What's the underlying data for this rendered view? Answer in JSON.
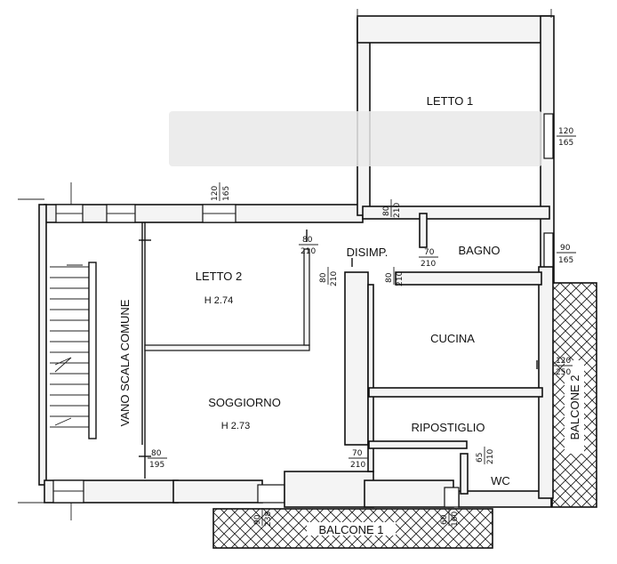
{
  "rooms": {
    "letto1": "LETTO 1",
    "letto2": "LETTO 2",
    "letto2_h": "H 2.74",
    "disimp": "DISIMP.",
    "bagno": "BAGNO",
    "cucina": "CUCINA",
    "soggiorno": "SOGGIORNO",
    "soggiorno_h": "H 2.73",
    "ripostiglio": "RIPOSTIGLIO",
    "wc": "WC",
    "vano_scala": "VANO SCALA COMUNE",
    "balcone1": "BALCONE 1",
    "balcone2": "BALCONE 2"
  },
  "dims": {
    "letto1_win_w": "120",
    "letto1_win_h": "165",
    "top_win_w": "120",
    "top_win_h": "165",
    "letto1_door_w": "80",
    "letto1_door_h": "210",
    "letto2_door_w": "80",
    "letto2_door_h": "210",
    "bagno_door_w": "70",
    "bagno_door_h": "210",
    "bagno_win_w": "90",
    "bagno_win_h": "165",
    "disimp_door_w": "80",
    "disimp_door_h": "210",
    "cucina_door_w": "80",
    "cucina_door_h": "210",
    "cucina_win_w": "120",
    "cucina_win_h": "250",
    "entrance_w": "80",
    "entrance_h": "195",
    "soggiorno_door_w": "70",
    "soggiorno_door_h": "210",
    "balcone_door_w": "90",
    "balcone_door_h": "238",
    "wc_door_w": "65",
    "wc_door_h": "210",
    "wc_win_w": "60",
    "wc_win_h": "160"
  }
}
